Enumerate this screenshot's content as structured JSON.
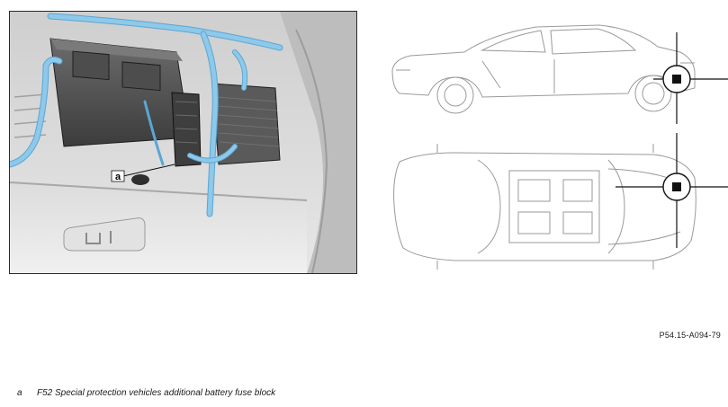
{
  "figure": {
    "callout_letter": "a",
    "reference_code": "P54.15-A094-79",
    "legend": [
      {
        "key": "a",
        "text": "F52 Special protection vehicles additional battery fuse block"
      }
    ]
  },
  "colors": {
    "cable": "#8ec9ea",
    "cable_dark": "#5aa6d4",
    "outline": "#2b2b2b",
    "car_line": "#9a9a9a",
    "marker": "#111111"
  }
}
